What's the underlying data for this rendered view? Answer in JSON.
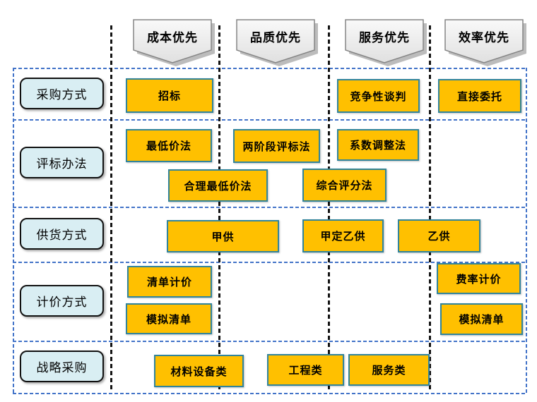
{
  "diagram": {
    "headers": [
      "成本优先",
      "品质优先",
      "服务优先",
      "效率优先"
    ],
    "rows": [
      {
        "label": "采购方式",
        "items": [
          "招标",
          "竞争性谈判",
          "直接委托"
        ]
      },
      {
        "label": "评标办法",
        "items": [
          "最低价法",
          "两阶段评标法",
          "系数调整法",
          "合理最低价法",
          "综合评分法"
        ]
      },
      {
        "label": "供货方式",
        "items": [
          "甲供",
          "甲定乙供",
          "乙供"
        ]
      },
      {
        "label": "计价方式",
        "items": [
          "清单计价",
          "模拟清单",
          "费率计价",
          "模拟清单"
        ]
      },
      {
        "label": "战略采购",
        "items": [
          "材料设备类",
          "工程类",
          "服务类"
        ]
      }
    ],
    "colors": {
      "item_fill": "#FFC000",
      "item_border": "#31849B",
      "category_fill": "#D9EEF3",
      "category_border": "#111111",
      "banner_fill": "#EFEFEF",
      "banner_border": "#858585",
      "column_divider": "#141414",
      "row_divider": "#4273C8"
    }
  }
}
